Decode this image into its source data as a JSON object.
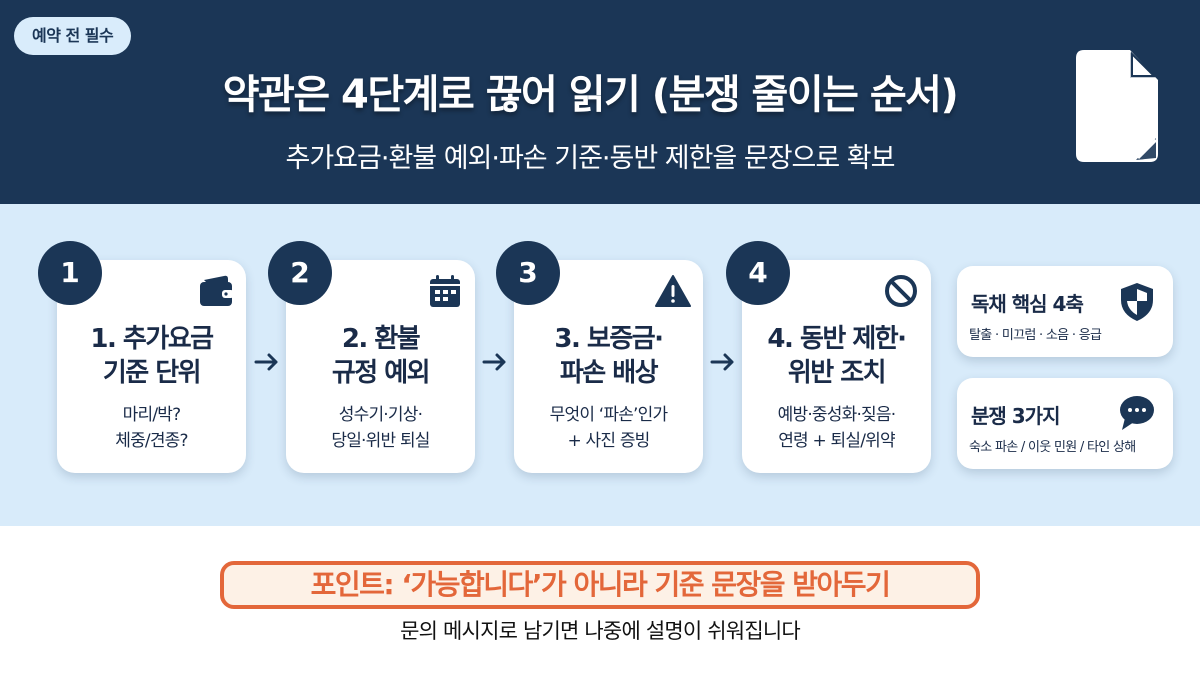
{
  "header": {
    "tag": "예약 전 필수",
    "title": "약관은 4단계로 끊어 읽기 (분쟁 줄이는 순서)",
    "subtitle": "추가요금·환불 예외·파손 기준·동반 제한을 문장으로 확보",
    "icon": "document-icon"
  },
  "steps": [
    {
      "number": "1",
      "title_line1": "1. 추가요금",
      "title_line2": "기준 단위",
      "desc_line1": "마리/박?",
      "desc_line2": "체중/견종?",
      "icon": "wallet-icon"
    },
    {
      "number": "2",
      "title_line1": "2. 환불",
      "title_line2": "규정 예외",
      "desc_line1": "성수기·기상·",
      "desc_line2": "당일·위반 퇴실",
      "icon": "calendar-icon"
    },
    {
      "number": "3",
      "title_line1": "3. 보증금·",
      "title_line2": "파손 배상",
      "desc_line1": "무엇이 ‘파손’인가",
      "desc_line2": "+ 사진 증빙",
      "icon": "warning-icon"
    },
    {
      "number": "4",
      "title_line1": "4. 동반 제한·",
      "title_line2": "위반 조치",
      "desc_line1": "예방·중성화·짖음·",
      "desc_line2": "연령 + 퇴실/위약",
      "icon": "prohibited-icon"
    }
  ],
  "side_cards": [
    {
      "title": "독채 핵심 4축",
      "desc": "탈출 · 미끄럼 · 소음 · 응급",
      "icon": "shield-icon"
    },
    {
      "title": "분쟁 3가지",
      "desc": "숙소 파손 / 이웃 민원 / 타인 상해",
      "icon": "chat-bubble-icon"
    }
  ],
  "point": "포인트: ‘가능합니다’가 아니라 기준 문장을 받아두기",
  "footer": "문의 메시지로 남기면 나중에 설명이 쉬워집니다",
  "colors": {
    "navy": "#1b3656",
    "light_blue": "#d8ebfa",
    "accent_orange": "#e3673a"
  }
}
